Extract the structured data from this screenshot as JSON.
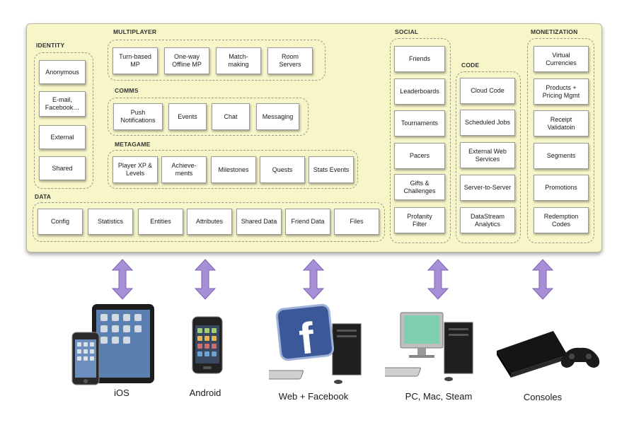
{
  "groups": {
    "identity": "IDENTITY",
    "multiplayer": "MULTIPLAYER",
    "comms": "COMMS",
    "metagame": "METAGAME",
    "data": "DATA",
    "social": "SOCIAL",
    "code": "CODE",
    "monetization": "MONETIZATION"
  },
  "identity": [
    "Anonymous",
    "E-mail,\nFacebook…",
    "External",
    "Shared"
  ],
  "multiplayer": [
    "Turn-based\nMP",
    "One-way\nOffline MP",
    "Match-\nmaking",
    "Room\nServers"
  ],
  "comms": [
    "Push\nNotifications",
    "Events",
    "Chat",
    "Messaging"
  ],
  "metagame": [
    "Player XP &\nLevels",
    "Achieve-\nments",
    "Milestones",
    "Quests",
    "Stats Events"
  ],
  "data": [
    "Config",
    "Statistics",
    "Entities",
    "Attributes",
    "Shared Data",
    "Friend Data",
    "Files"
  ],
  "social": [
    "Friends",
    "Leaderboards",
    "Tournaments",
    "Pacers",
    "Gifts &\nChallenges",
    "Profanity\nFilter"
  ],
  "code": [
    "Cloud Code",
    "Scheduled Jobs",
    "External Web\nServices",
    "Server-to-Server",
    "DataStream\nAnalytics"
  ],
  "monetization": [
    "Virtual\nCurrencies",
    "Products +\nPricing Mgmt",
    "Receipt\nValidatoin",
    "Segments",
    "Promotions",
    "Redemption\nCodes"
  ],
  "platforms": [
    "iOS",
    "Android",
    "Web + Facebook",
    "PC, Mac, Steam",
    "Consoles"
  ],
  "colors": {
    "panel": "#f7f6c9",
    "arrow": "#a78fd6",
    "arrow_dark": "#7d62b8"
  }
}
